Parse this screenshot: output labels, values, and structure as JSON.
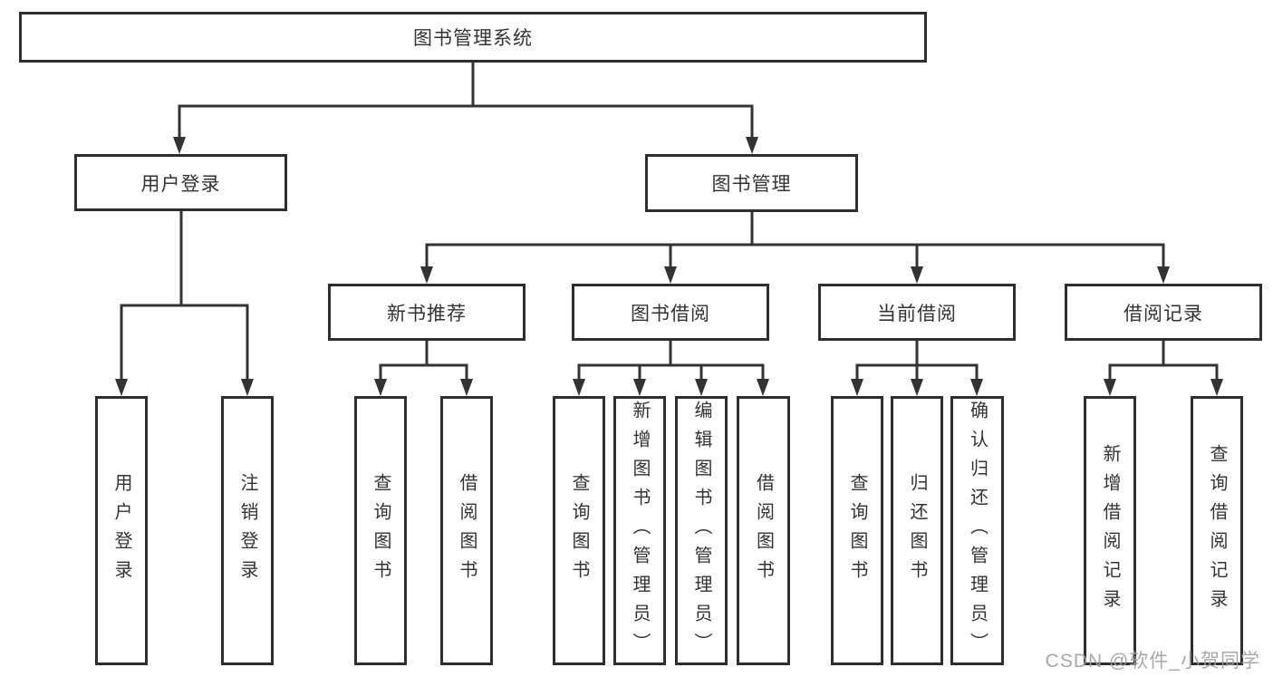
{
  "tree": {
    "root": "图书管理系统",
    "level2": [
      "用户登录",
      "图书管理"
    ],
    "level3": [
      "新书推荐",
      "图书借阅",
      "当前借阅",
      "借阅记录"
    ],
    "leaves": {
      "user_login": [
        "用户登录",
        "注销登录"
      ],
      "new_book_rec": [
        "查询图书",
        "借阅图书"
      ],
      "book_borrow": [
        "查询图书",
        "新增图书（管理员）",
        "编辑图书（管理员）",
        "借阅图书"
      ],
      "current_borrow": [
        "查询图书",
        "归还图书",
        "确认归还（管理员）"
      ],
      "borrow_record": [
        "新增借阅记录",
        "查询借阅记录"
      ]
    }
  },
  "watermark": "CSDN @软件_小贺同学",
  "colors": {
    "box_border": "#2e2e2e",
    "line": "#333333",
    "text": "#333333",
    "background": "#ffffff",
    "watermark": "#9e9e9e"
  }
}
